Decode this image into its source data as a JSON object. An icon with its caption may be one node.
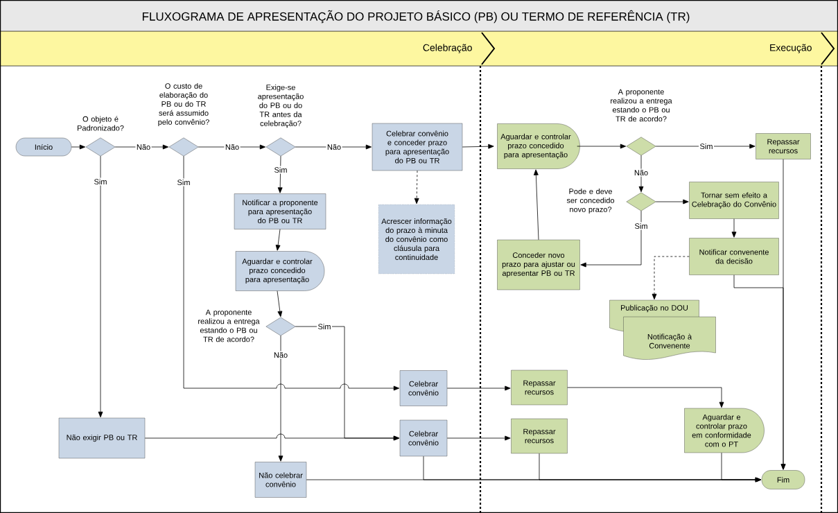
{
  "diagram": {
    "title": "FLUXOGRAMA DE APRESENTAÇÃO DO PROJETO BÁSICO (PB) OU TERMO DE REFERÊNCIA (TR)",
    "nodes": [
      {
        "text": [
          "Início"
        ]
      },
      {
        "text": [
          "O objeto é Padronizado?"
        ]
      },
      {
        "text": [
          "O custo de elaboração do PB ou do TR será assumido pelo convênio?"
        ]
      },
      {
        "text": [
          "Exige-se apresentação do PB ou do TR antes da celebração?"
        ]
      },
      {
        "text": [
          "Celebrar convênio e conceder prazo para apresentação do PB ou TR"
        ]
      },
      {
        "text": [
          "Acrescer informação do prazo à minuta do convênio como cláusula para continuidade"
        ]
      },
      {
        "text": [
          "Notificar a proponente para apresentação do PB ou TR"
        ]
      },
      {
        "text": [
          "Aguardar e controlar prazo concedido para apresentação"
        ]
      },
      {
        "text": [
          "A proponente realizou a entrega estando o PB ou TR de acordo?"
        ]
      },
      {
        "text": [
          "Não exigir PB ou TR"
        ]
      },
      {
        "text": [
          "Celebrar convênio"
        ]
      },
      {
        "text": [
          "Celebrar convênio"
        ]
      },
      {
        "text": [
          "Não celebrar convênio"
        ]
      },
      {
        "text": [
          "Aguardar e controlar prazo concedido para apresentação"
        ]
      },
      {
        "text": [
          "A proponente realizou a entrega estando o PB ou TR de acordo?"
        ]
      },
      {
        "text": [
          "Repassar recursos"
        ]
      },
      {
        "text": [
          "Pode e deve ser concedido novo prazo?"
        ]
      },
      {
        "text": [
          "Tornar sem efeito a Celebração do Convênio"
        ]
      },
      {
        "text": [
          "Notificar convenente da decisão"
        ]
      },
      {
        "text": [
          "Publicação no DOU"
        ]
      },
      {
        "text": [
          "Notificação à Convenente"
        ]
      },
      {
        "text": [
          "Conceder novo prazo para ajustar ou apresentar PB ou TR"
        ]
      },
      {
        "text": [
          "Repassar recursos"
        ]
      },
      {
        "text": [
          "Repassar recursos"
        ]
      },
      {
        "text": [
          "Aguardar e controlar prazo em conformidade com o PT"
        ]
      },
      {
        "text": [
          "Fim"
        ]
      }
    ],
    "edges": [
      {
        "from": 0,
        "to": 1,
        "arrow": "to"
      },
      {
        "from": 1,
        "to": 2,
        "arrow": "to",
        "label": "Não"
      },
      {
        "from": 2,
        "to": 3,
        "arrow": "to",
        "label": "Não"
      },
      {
        "from": 3,
        "to": 4,
        "arrow": "to",
        "label": "Não"
      },
      {
        "from": 1,
        "to": 9,
        "arrow": "to",
        "label": "Sim"
      },
      {
        "from": 2,
        "to": 10,
        "arrow": "to",
        "label": "Sim"
      },
      {
        "from": 3,
        "to": 6,
        "arrow": "to",
        "label": "Sim"
      },
      {
        "from": 4,
        "to": 5,
        "arrow": "to",
        "style": "dashed"
      },
      {
        "from": 4,
        "to": 13,
        "arrow": "to"
      },
      {
        "from": 6,
        "to": 7,
        "arrow": "to"
      },
      {
        "from": 7,
        "to": 8,
        "arrow": "to"
      },
      {
        "from": 8,
        "to": 12,
        "arrow": "to",
        "label": "Não"
      },
      {
        "from": 8,
        "to": 11,
        "arrow": "to",
        "label": "Sim"
      },
      {
        "from": 9,
        "to": 11,
        "arrow": "to"
      },
      {
        "from": 10,
        "to": 22,
        "arrow": "to"
      },
      {
        "from": 11,
        "to": 23,
        "arrow": "to"
      },
      {
        "from": 11,
        "to": 25,
        "arrow": "to"
      },
      {
        "from": 12,
        "to": 25,
        "arrow": "to"
      },
      {
        "from": 23,
        "to": 25,
        "arrow": "to"
      },
      {
        "from": 24,
        "to": 25,
        "arrow": "to"
      },
      {
        "from": 22,
        "to": 24,
        "arrow": "to"
      },
      {
        "from": 13,
        "to": 14,
        "arrow": "to"
      },
      {
        "from": 14,
        "to": 15,
        "arrow": "to",
        "label": "Sim"
      },
      {
        "from": 14,
        "to": 16,
        "arrow": "to",
        "label": "Não"
      },
      {
        "from": 16,
        "to": 17,
        "arrow": "to"
      },
      {
        "from": 16,
        "to": 21,
        "arrow": "to",
        "label": "Sim"
      },
      {
        "from": 21,
        "to": 13,
        "arrow": "to"
      },
      {
        "from": 17,
        "to": 18,
        "arrow": "to"
      },
      {
        "from": 18,
        "to": 19,
        "arrow": "to",
        "style": "dashed"
      },
      {
        "from": 15,
        "to": 25,
        "arrow": "to"
      },
      {
        "from": 18,
        "to": 25,
        "arrow": "to"
      }
    ],
    "labels": [
      "Celebração",
      "Execução"
    ]
  }
}
